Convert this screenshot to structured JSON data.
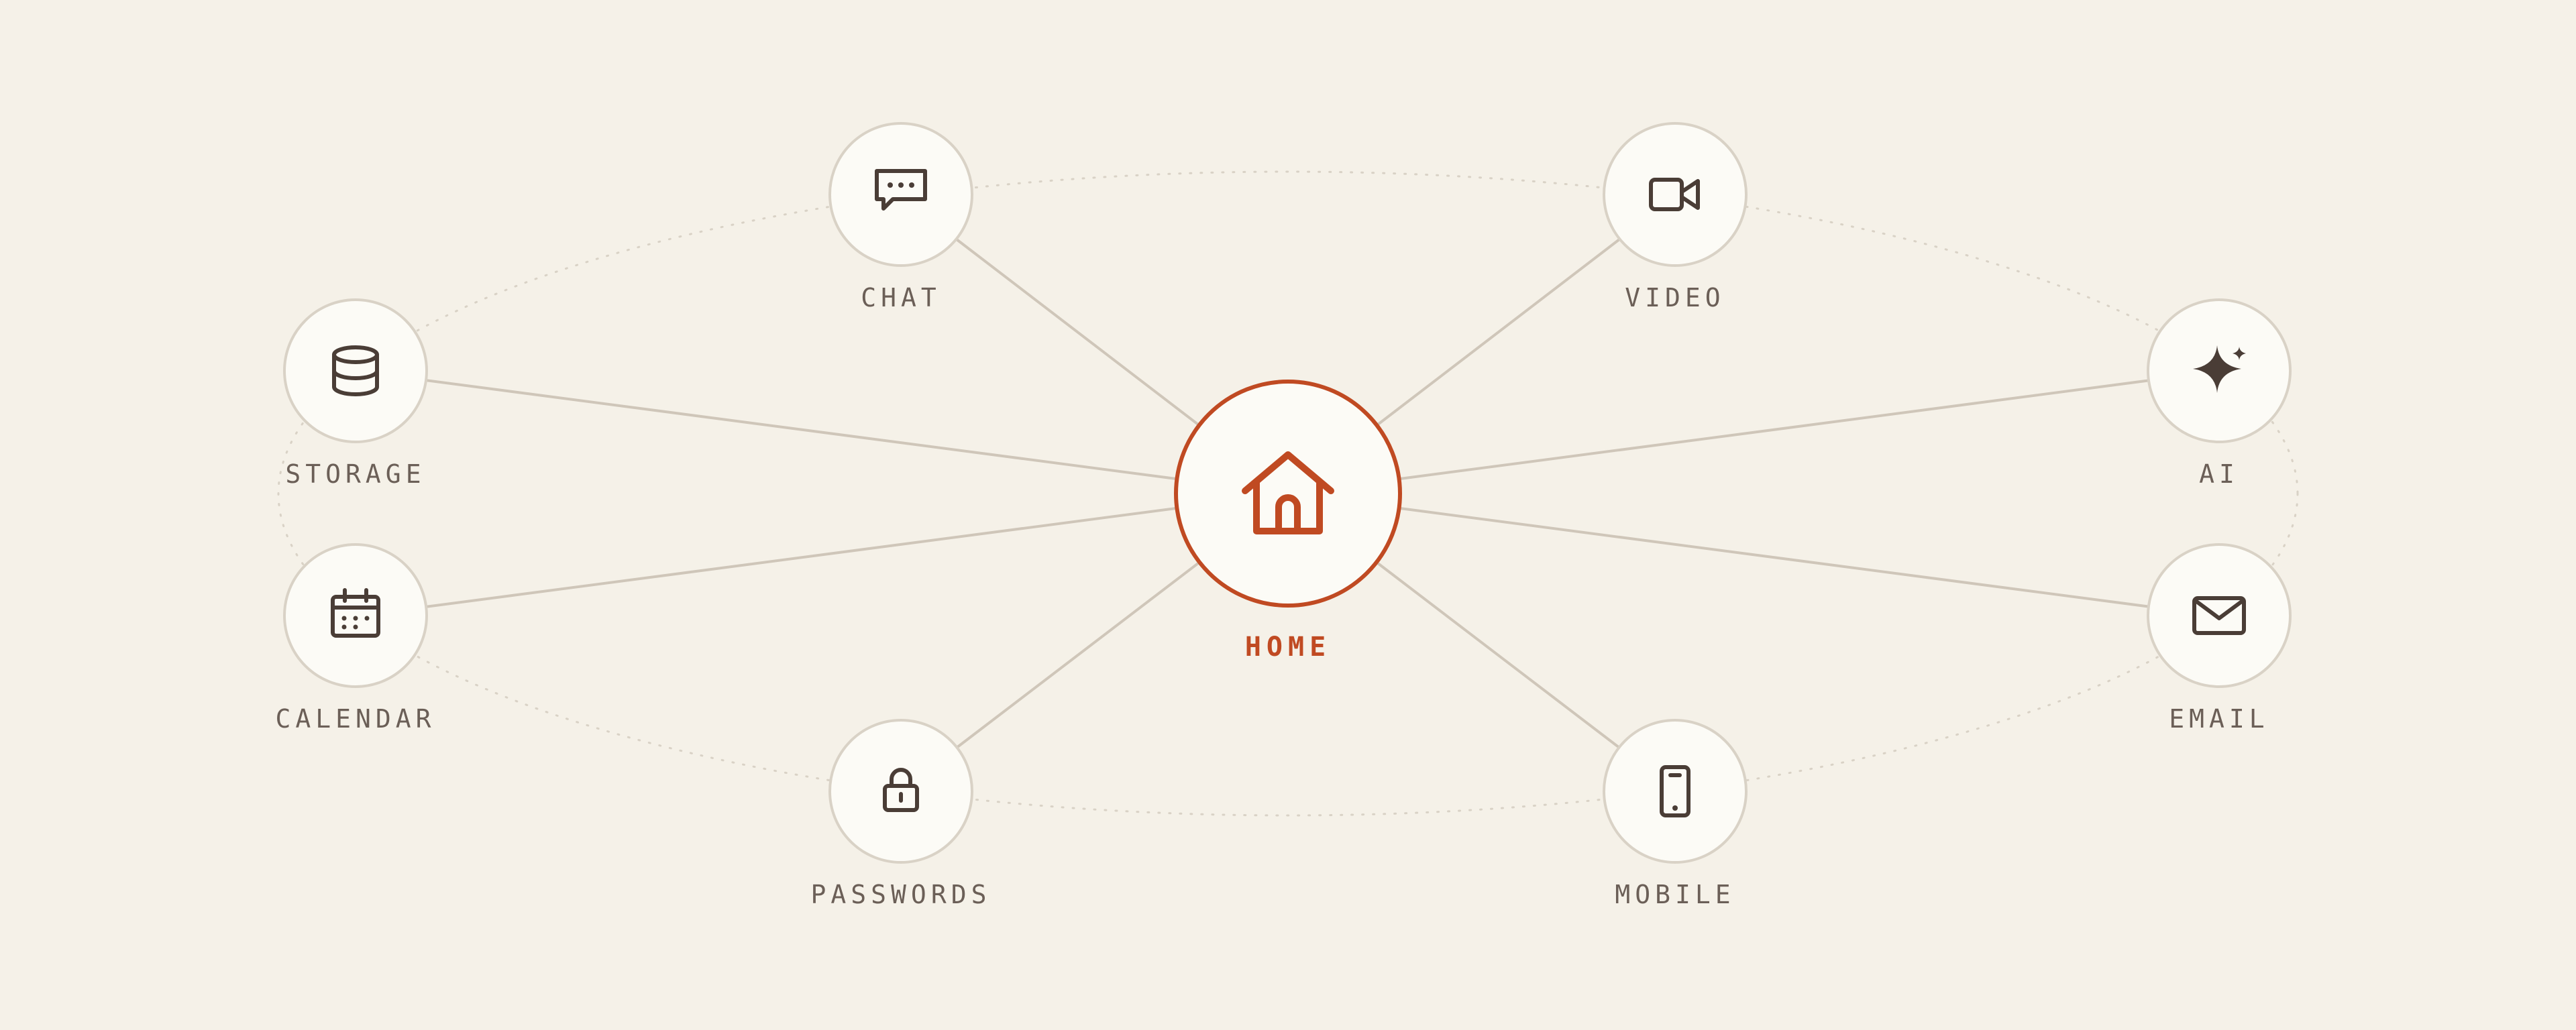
{
  "hub": {
    "label": "HOME",
    "icon": "home-icon"
  },
  "nodes": [
    {
      "id": "chat",
      "label": "CHAT",
      "icon": "chat-icon"
    },
    {
      "id": "video",
      "label": "VIDEO",
      "icon": "video-icon"
    },
    {
      "id": "storage",
      "label": "STORAGE",
      "icon": "database-icon"
    },
    {
      "id": "ai",
      "label": "AI",
      "icon": "sparkle-icon"
    },
    {
      "id": "calendar",
      "label": "CALENDAR",
      "icon": "calendar-icon"
    },
    {
      "id": "email",
      "label": "EMAIL",
      "icon": "mail-icon"
    },
    {
      "id": "passwords",
      "label": "PASSWORDS",
      "icon": "lock-icon"
    },
    {
      "id": "mobile",
      "label": "MOBILE",
      "icon": "phone-icon"
    }
  ],
  "colors": {
    "background": "#f5f1e8",
    "accent": "#c04a22",
    "icon": "#4a3d36",
    "connector": "#cfc6b9"
  }
}
